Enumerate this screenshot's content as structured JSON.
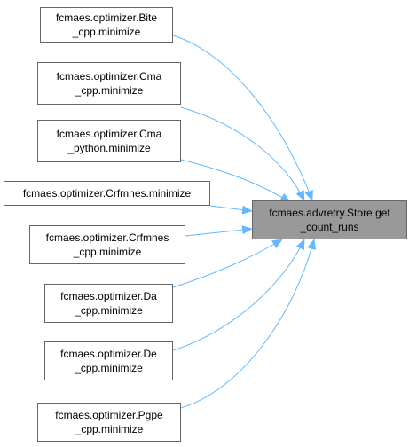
{
  "colors": {
    "edge": "#63b8ff",
    "node_border": "#666666",
    "target_fill": "#999999"
  },
  "target": {
    "line1": "fcmaes.advretry.Store.get",
    "line2": "_count_runs"
  },
  "callers": [
    {
      "line1": "fcmaes.optimizer.Bite",
      "line2": "_cpp.minimize"
    },
    {
      "line1": "fcmaes.optimizer.Cma",
      "line2": "_cpp.minimize"
    },
    {
      "line1": "fcmaes.optimizer.Cma",
      "line2": "_python.minimize"
    },
    {
      "line1": "fcmaes.optimizer.Crfmnes.minimize",
      "line2": ""
    },
    {
      "line1": "fcmaes.optimizer.Crfmnes",
      "line2": "_cpp.minimize"
    },
    {
      "line1": "fcmaes.optimizer.Da",
      "line2": "_cpp.minimize"
    },
    {
      "line1": "fcmaes.optimizer.De",
      "line2": "_cpp.minimize"
    },
    {
      "line1": "fcmaes.optimizer.Pgpe",
      "line2": "_cpp.minimize"
    }
  ]
}
